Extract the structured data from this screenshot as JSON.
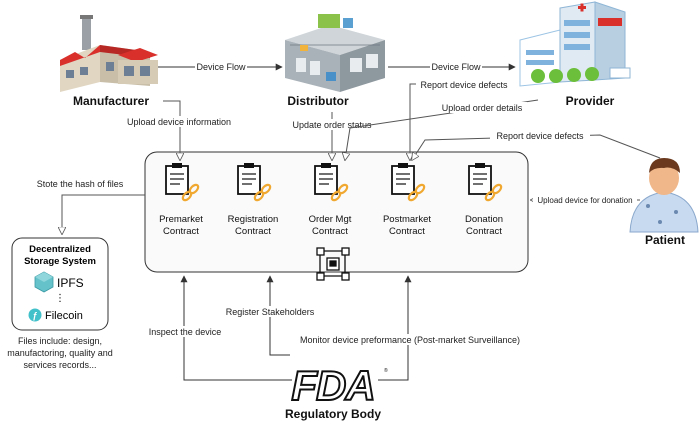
{
  "actors": {
    "manufacturer": "Manufacturer",
    "distributor": "Distributor",
    "provider": "Provider",
    "patient": "Patient",
    "regulator": "Regulatory Body",
    "fda_logo_text": "FDA"
  },
  "flows": {
    "device_flow_1": "Device Flow",
    "device_flow_2": "Device Flow",
    "upload_device_info": "Upload device information",
    "update_order_status": "Update order status",
    "report_defects_provider": "Report device defects",
    "upload_order_details": "Upload order details",
    "report_defects_patient": "Report device defects",
    "upload_donation": "Upload device for donation",
    "store_hash": "Stote the hash of files",
    "register_stakeholders": "Register Stakeholders",
    "inspect_device": "Inspect the device",
    "monitor_performance": "Monitor device preformance (Post-market Surveillance)"
  },
  "contracts": [
    {
      "line1": "Premarket",
      "line2": "Contract"
    },
    {
      "line1": "Registration",
      "line2": "Contract"
    },
    {
      "line1": "Order Mgt",
      "line2": "Contract"
    },
    {
      "line1": "Postmarket",
      "line2": "Contract"
    },
    {
      "line1": "Donation",
      "line2": "Contract"
    }
  ],
  "storage": {
    "title1": "Decentralized",
    "title2": "Storage System",
    "ipfs": "IPFS",
    "dots": "⋮",
    "filecoin": "Filecoin"
  },
  "files_note": [
    "Files include: design,",
    "manufactoring, quality and",
    "services records..."
  ],
  "colors": {
    "chain": "#f0a830",
    "ipfs": "#65c2cb",
    "filecoin": "#42c1ca",
    "roof_red": "#d9302c"
  }
}
